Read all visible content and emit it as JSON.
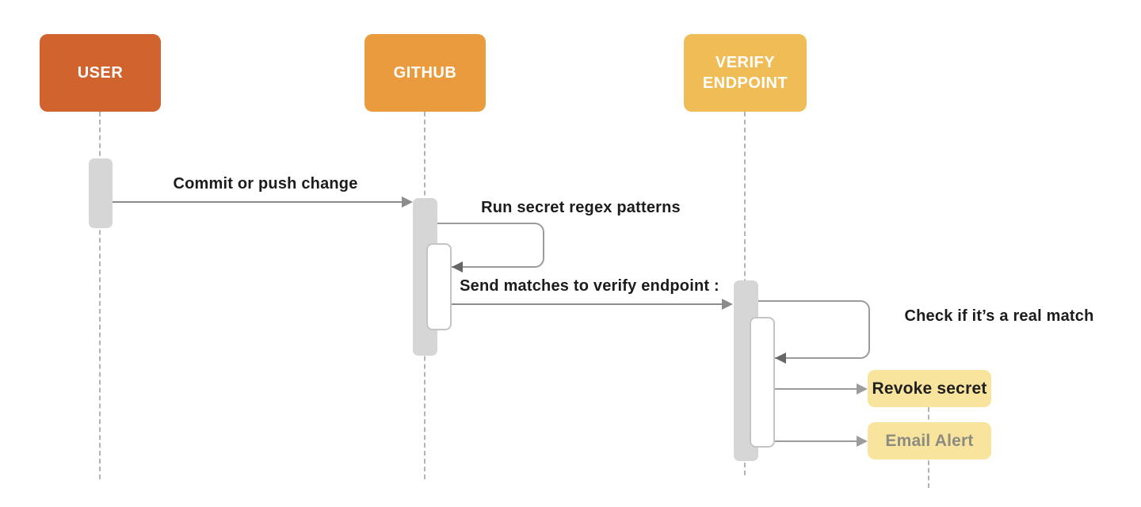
{
  "diagram_type": "sequence-diagram",
  "actors": [
    {
      "id": "user",
      "label": "USER",
      "color": "#D0632E"
    },
    {
      "id": "github",
      "label": "GITHUB",
      "color": "#EA9B3E"
    },
    {
      "id": "verify_endpoint",
      "label": "VERIFY ENDPOINT",
      "color": "#EFBC55"
    }
  ],
  "messages": [
    {
      "type": "call",
      "from": "USER",
      "to": "GITHUB",
      "label": "Commit or push change"
    },
    {
      "type": "self",
      "actor": "GITHUB",
      "label": "Run secret regex patterns"
    },
    {
      "type": "call",
      "from": "GITHUB",
      "to": "VERIFY ENDPOINT",
      "label": "Send matches to verify endpoint :"
    },
    {
      "type": "self",
      "actor": "VERIFY ENDPOINT",
      "label": "Check if it’s a real match"
    },
    {
      "type": "action",
      "from": "VERIFY ENDPOINT",
      "to": "Revoke secret"
    },
    {
      "type": "action",
      "from": "VERIFY ENDPOINT",
      "to": "Email Alert"
    }
  ],
  "actions": [
    {
      "label": "Revoke secret",
      "fill": "#F9E49E",
      "text_color": "#1F1F1F"
    },
    {
      "label": "Email Alert",
      "fill": "#F9E49E",
      "text_color": "#8B8B82"
    }
  ],
  "colors": {
    "background": "#FFFFFF",
    "activation_bar": "#D6D6D6",
    "nested_bar_border": "#C4C4C4",
    "message_line": "#8C8C8C",
    "self_loop_line": "#9A9A9A",
    "lifeline": "#B3B3B3",
    "message_text": "#1C1C1C",
    "actor_text": "#FFFFFF"
  }
}
